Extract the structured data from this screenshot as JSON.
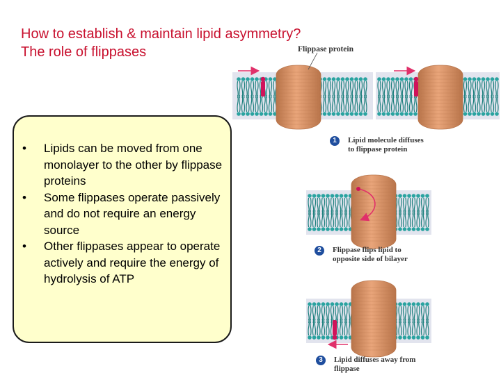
{
  "title": {
    "line1": "How to establish & maintain lipid asymmetry?",
    "line2": "The role of flippases"
  },
  "bullets": [
    {
      "marker": "•",
      "text": "Lipids can be moved from one monolayer to the other by flippase proteins"
    },
    {
      "marker": "•",
      "text": "Some flippases operate passively and do not require an energy source"
    },
    {
      "marker": "•",
      "text": "Other flippases appear to operate actively and require the energy of hydrolysis of ATP"
    }
  ],
  "diagram": {
    "protein_label": "Flippase protein",
    "steps": [
      {
        "number": "1",
        "line1": "Lipid molecule diffuses",
        "line2": "to flippase protein"
      },
      {
        "number": "2",
        "line1": "Flippase flips lipid to",
        "line2": "opposite side of bilayer"
      },
      {
        "number": "3",
        "line1": "Lipid diffuses away from",
        "line2": "flippase"
      }
    ],
    "colors": {
      "lipid": "#2aa3a0",
      "lipid_dark": "#1c7f7d",
      "highlight_lipid": "#d0135a",
      "protein": "#e9a57a",
      "protein_dark": "#b8744a",
      "arrow": "#e0306a",
      "band": "#e2e4ee"
    }
  }
}
